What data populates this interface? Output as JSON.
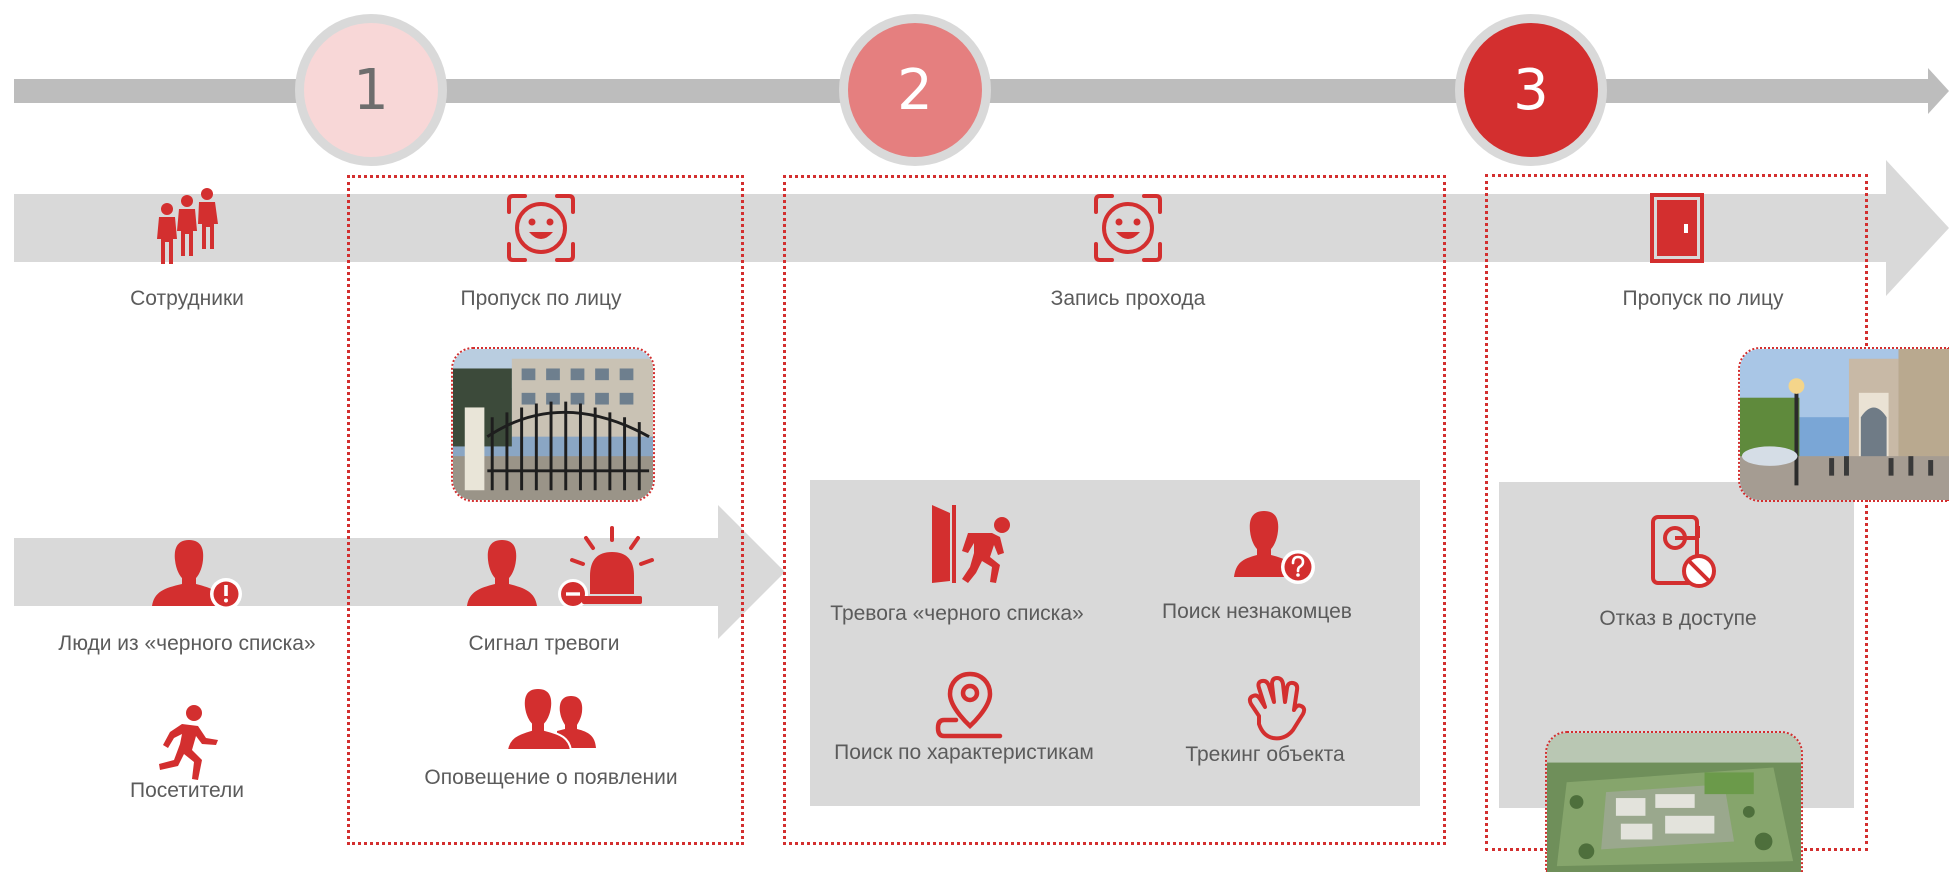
{
  "steps": [
    {
      "number": "1"
    },
    {
      "number": "2"
    },
    {
      "number": "3"
    }
  ],
  "labels": {
    "employees": "Сотрудники",
    "face_pass_1": "Пропуск по лицу",
    "pass_record": "Запись прохода",
    "face_pass_3": "Пропуск по лицу",
    "blacklist_people": "Люди из «черного списка»",
    "alarm_signal": "Сигнал тревоги",
    "visitors": "Посетители",
    "appearance_notice": "Оповещение о появлении",
    "blacklist_alarm": "Тревога «черного списка»",
    "stranger_search": "Поиск незнакомцев",
    "feature_search": "Поиск по характеристикам",
    "object_tracking": "Трекинг объекта",
    "access_denied": "Отказ в доступе"
  },
  "colors": {
    "accent": "#d32f2f",
    "step1": "#f8d7d7",
    "step2": "#e57f7f",
    "step3": "#d32f2f",
    "track": "#bdbdbd",
    "band": "#d9d9d9",
    "text": "#5b5b5b"
  },
  "icons": [
    "group-of-people-icon",
    "face-scan-icon",
    "door-icon",
    "person-exclamation-icon",
    "person-minus-icon",
    "alarm-siren-icon",
    "running-person-icon",
    "two-people-icon",
    "intruder-door-icon",
    "person-question-icon",
    "location-pin-icon",
    "hand-icon",
    "access-denied-icon"
  ]
}
